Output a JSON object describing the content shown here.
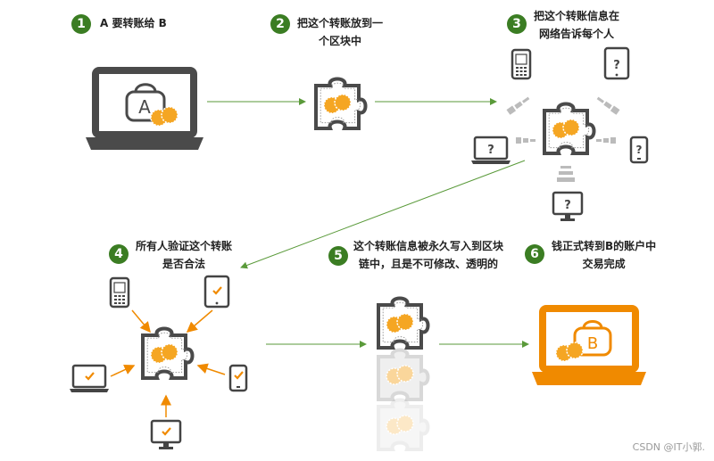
{
  "steps": [
    {
      "num": "1",
      "lines": [
        "A 要转账给 B",
        ""
      ]
    },
    {
      "num": "2",
      "lines": [
        "把这个转账放到一",
        "个区块中"
      ]
    },
    {
      "num": "3",
      "lines": [
        "把这个转账信息在",
        "网络告诉每个人"
      ]
    },
    {
      "num": "4",
      "lines": [
        "所有人验证这个转账",
        "是否合法"
      ]
    },
    {
      "num": "5",
      "lines": [
        "这个转账信息被永久写入到区块",
        "链中，且是不可修改、透明的"
      ]
    },
    {
      "num": "6",
      "lines": [
        "钱正式转到B的账户中",
        "交易完成"
      ]
    }
  ],
  "labels": {
    "wallet_a": "A",
    "wallet_b": "B",
    "question": "?"
  },
  "watermark": "CSDN @IT小郭.",
  "colors": {
    "green": "#3b7d23",
    "orange": "#f08a00",
    "gray": "#4a4a4a",
    "coin": "#f5a623"
  }
}
